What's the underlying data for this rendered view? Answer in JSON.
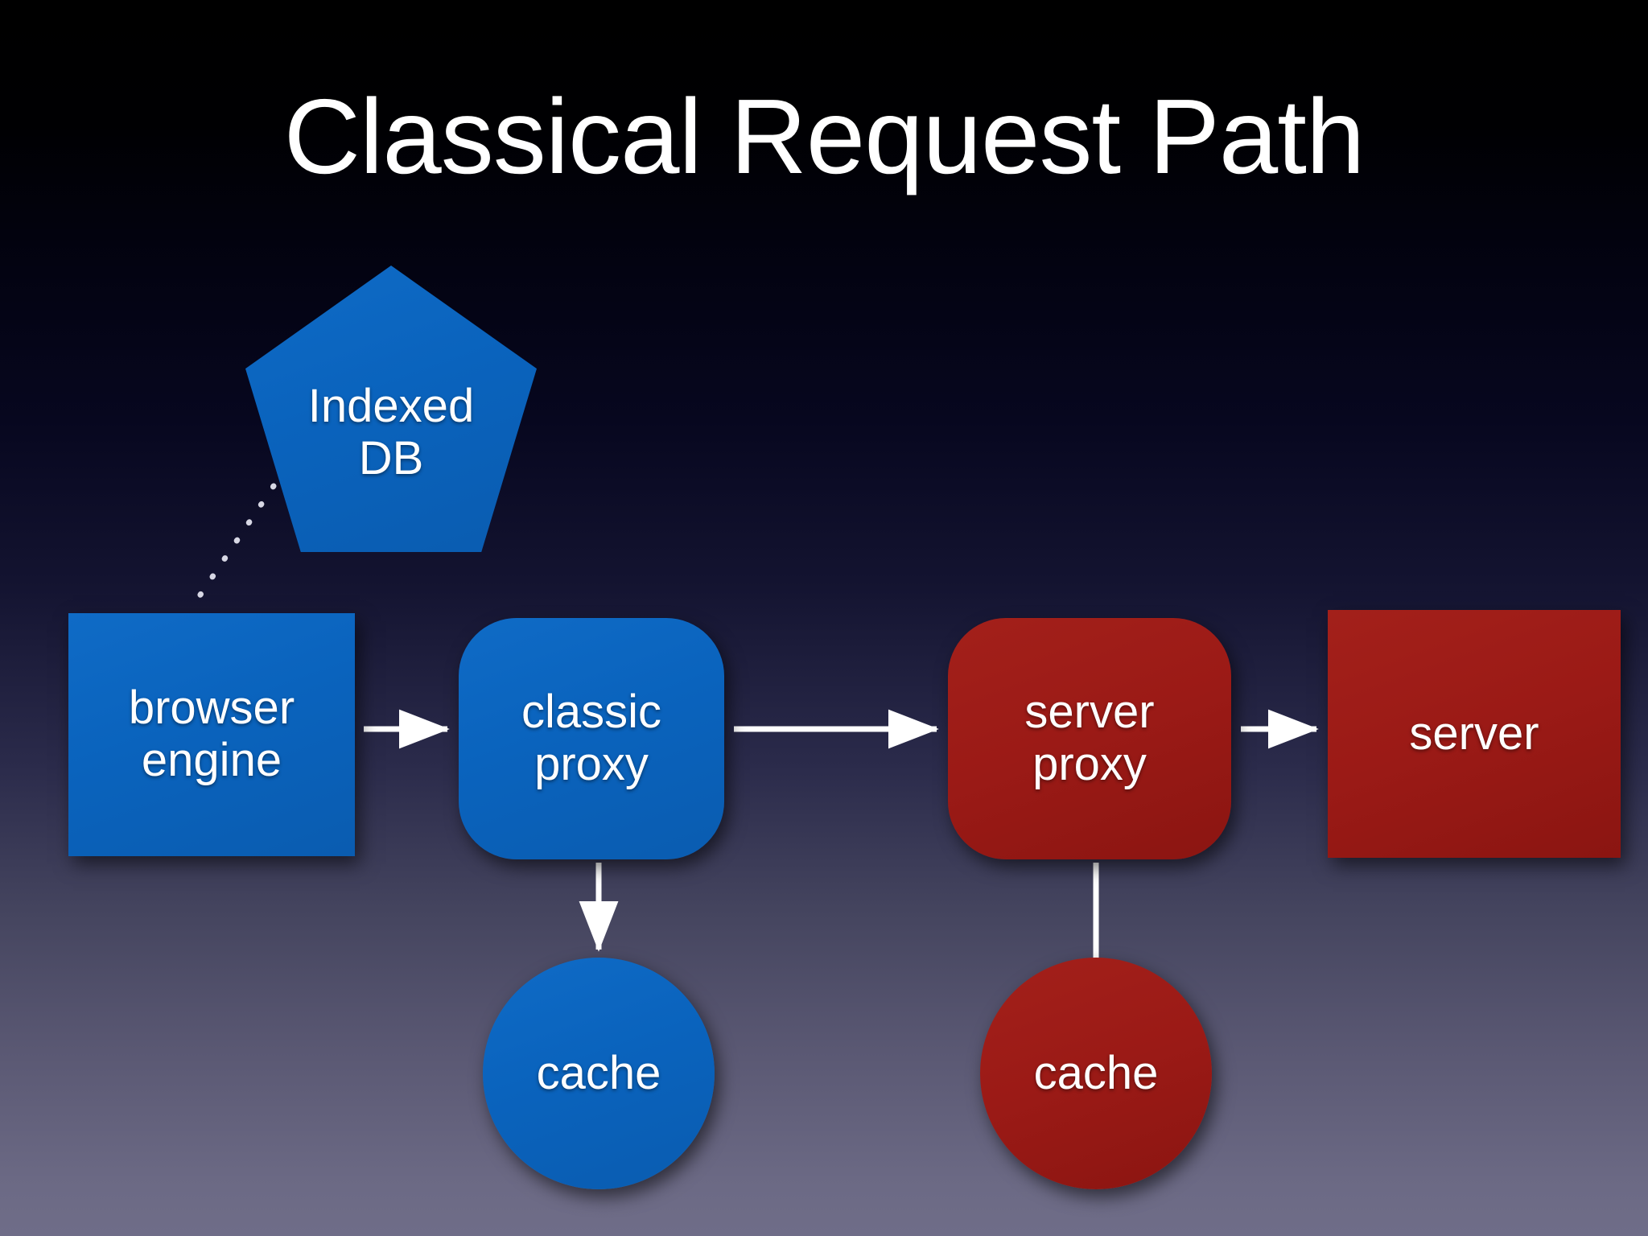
{
  "slide": {
    "title": "Classical Request Path",
    "background_top_color": "#000000",
    "background_bottom_color": "#6c6a85",
    "accent_blue": "#0a63bd",
    "accent_red": "#9b1a16",
    "connector_color": "#ffffff"
  },
  "nodes": [
    {
      "id": "indexed-db",
      "label": "Indexed\nDB",
      "shape": "pentagon",
      "color": "#0a63bd"
    },
    {
      "id": "browser",
      "label": "browser\nengine",
      "shape": "rect",
      "color": "#0a63bd"
    },
    {
      "id": "classic",
      "label": "classic\nproxy",
      "shape": "rounded",
      "color": "#0a63bd"
    },
    {
      "id": "server-proxy",
      "label": "server\nproxy",
      "shape": "rounded",
      "color": "#9b1a16"
    },
    {
      "id": "server",
      "label": "server",
      "shape": "rect",
      "color": "#9b1a16"
    },
    {
      "id": "cache-blue",
      "label": "cache",
      "shape": "circle",
      "color": "#0a63bd"
    },
    {
      "id": "cache-red",
      "label": "cache",
      "shape": "circle",
      "color": "#9b1a16"
    }
  ],
  "connectors": [
    {
      "id": "indexeddb-to-browser",
      "from": "indexed-db",
      "to": "browser",
      "style": "dotted",
      "arrowhead": false
    },
    {
      "id": "browser-to-classic",
      "from": "browser",
      "to": "classic",
      "style": "solid",
      "arrowhead": true
    },
    {
      "id": "classic-to-serverproxy",
      "from": "classic",
      "to": "server-proxy",
      "style": "solid",
      "arrowhead": true
    },
    {
      "id": "serverproxy-to-server",
      "from": "server-proxy",
      "to": "server",
      "style": "solid",
      "arrowhead": true
    },
    {
      "id": "classic-to-cacheblue",
      "from": "classic",
      "to": "cache-blue",
      "style": "solid",
      "arrowhead": true
    },
    {
      "id": "serverproxy-to-cachered",
      "from": "server-proxy",
      "to": "cache-red",
      "style": "solid",
      "arrowhead": false
    }
  ]
}
